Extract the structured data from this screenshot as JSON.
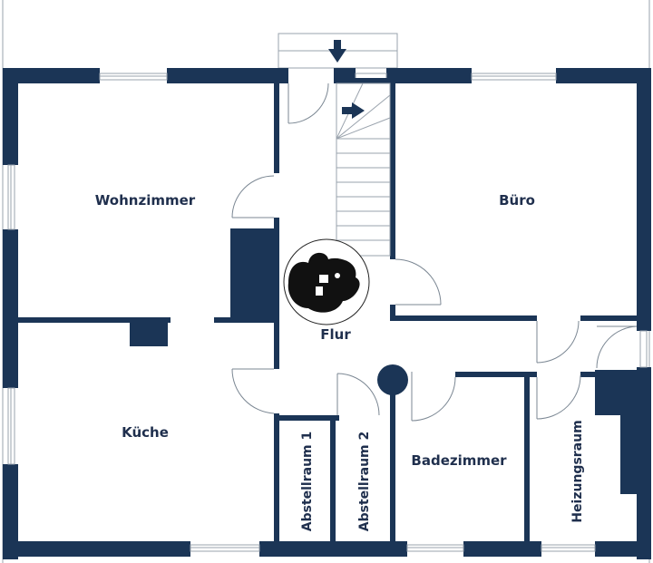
{
  "plan": {
    "colors": {
      "wall": "#1b3556",
      "background": "#ffffff",
      "line": "#9aa3ad"
    },
    "rooms": {
      "wohnzimmer": "Wohnzimmer",
      "buero": "Büro",
      "flur": "Flur",
      "kueche": "Küche",
      "abstellraum1": "Abstellraum 1",
      "abstellraum2": "Abstellraum 2",
      "badezimmer": "Badezimmer",
      "heizungsraum": "Heizungsraum"
    },
    "icons": [
      "entrance-arrow-icon",
      "stair-direction-arrow-icon",
      "mascot-logo-icon"
    ]
  }
}
